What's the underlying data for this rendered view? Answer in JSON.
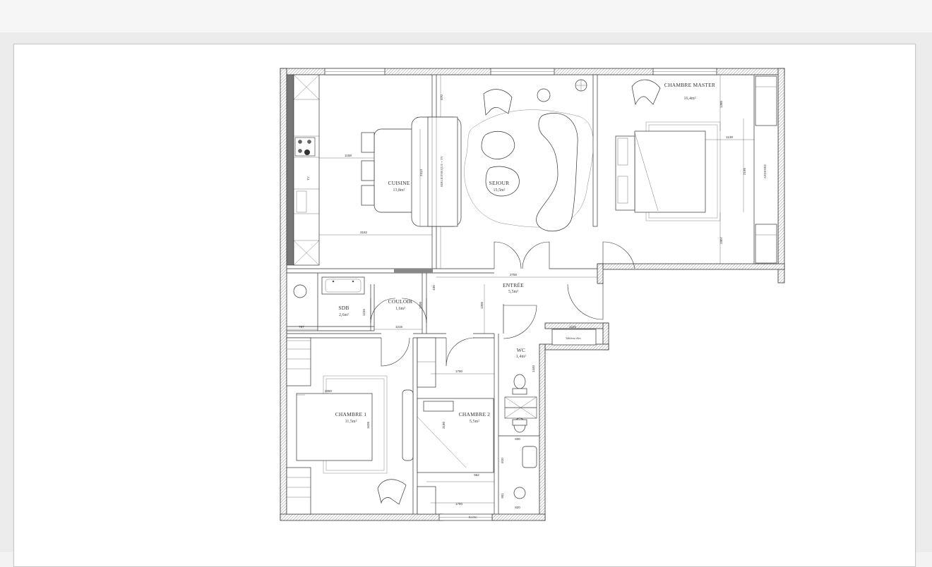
{
  "plan": {
    "rooms": {
      "cuisine": {
        "name": "CUISINE",
        "area": "13,8m²"
      },
      "sejour": {
        "name": "SEJOUR",
        "area": "15,5m²"
      },
      "chambre_master": {
        "name": "CHAMBRE MASTER",
        "area": "16,4m²"
      },
      "entree": {
        "name": "ENTRÉE",
        "area": "5,5m²"
      },
      "sdb": {
        "name": "SDB",
        "area": "2,6m²"
      },
      "couloir": {
        "name": "COULOIR",
        "area": "1,6m²"
      },
      "wc": {
        "name": "WC",
        "area": "1,4m²"
      },
      "chambre1": {
        "name": "CHAMBRE 1",
        "area": "11,5m²"
      },
      "chambre2": {
        "name": "CHAMBRE 2",
        "area": "5,5m²"
      }
    },
    "furniture_labels": {
      "bibliotheque": "BIBLIOTHEQUE + TV",
      "armoire": "ARMOIRE",
      "tableau": "Tableau élec",
      "banc": "BANC",
      "tv": "TV"
    },
    "dimensions": {
      "d1158": "1158",
      "d2413": "2413",
      "d3182": "3182",
      "d870": "870",
      "d2756": "2756",
      "d1380": "1380",
      "d1138": "1138",
      "d2195": "2195",
      "d1907": "1907",
      "d430": "430",
      "d797": "797",
      "d1215": "1215",
      "d1245": "1245",
      "d1300": "1300",
      "d1305": "1305",
      "d1225": "1225",
      "d1780": "1780",
      "d2050": "2050",
      "d1636": "1636",
      "d3180": "3180",
      "d1440": "1440",
      "d830": "830",
      "d962": "962",
      "d1780b": "1780",
      "d820": "820",
      "d810": "810",
      "d951": "951"
    }
  }
}
